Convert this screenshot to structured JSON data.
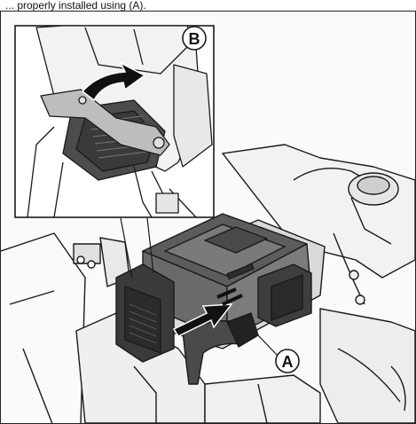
{
  "caption": "... properly installed using (A).",
  "callouts": {
    "a": "A",
    "b": "B"
  },
  "colors": {
    "line": "#1a1a1a",
    "light_fill": "#f2f2f2",
    "mid_fill": "#d9d9d9",
    "dark_fill": "#6f6f6f",
    "darkest_fill": "#3a3a3a"
  }
}
